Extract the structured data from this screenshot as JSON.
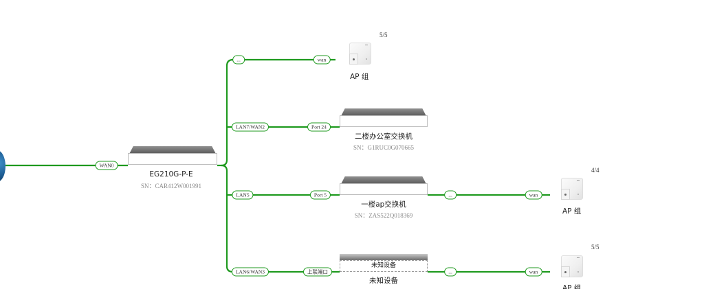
{
  "gateway": {
    "name": "EG210G-P-E",
    "sn": "SN：CAR412W001991",
    "uplink_port": "WAN0"
  },
  "branches": [
    {
      "gateway_port": "...",
      "device_port": "wan",
      "device_type": "ap-group",
      "ap_group": {
        "label": "AP 组",
        "count": "5/5"
      }
    },
    {
      "gateway_port": "LAN7/WAN2",
      "device_port": "Port 24",
      "device_type": "switch",
      "switch": {
        "name": "二楼办公室交换机",
        "sn": "SN：G1RUC0G070665"
      }
    },
    {
      "gateway_port": "LAN5",
      "device_port": "Port 5",
      "device_type": "switch",
      "switch": {
        "name": "一楼ap交换机",
        "sn": "SN：ZAS522Q018369"
      },
      "downlink": {
        "switch_port": "...",
        "device_port": "wan",
        "ap_group": {
          "label": "AP 组",
          "count": "4/4"
        }
      }
    },
    {
      "gateway_port": "LAN6/WAN3",
      "device_port": "上联端口",
      "device_type": "unknown",
      "unknown": {
        "face_label": "未知设备",
        "name": "未知设备"
      },
      "downlink": {
        "switch_port": "...",
        "device_port": "wan",
        "ap_group": {
          "label": "AP 组",
          "count": "5/5"
        }
      }
    }
  ],
  "colors": {
    "link": "#1f9a1f",
    "internet": "#1f5f96"
  },
  "icons": {
    "internet": "globe-icon",
    "ap": "access-point-icon",
    "switch": "switch-icon"
  }
}
